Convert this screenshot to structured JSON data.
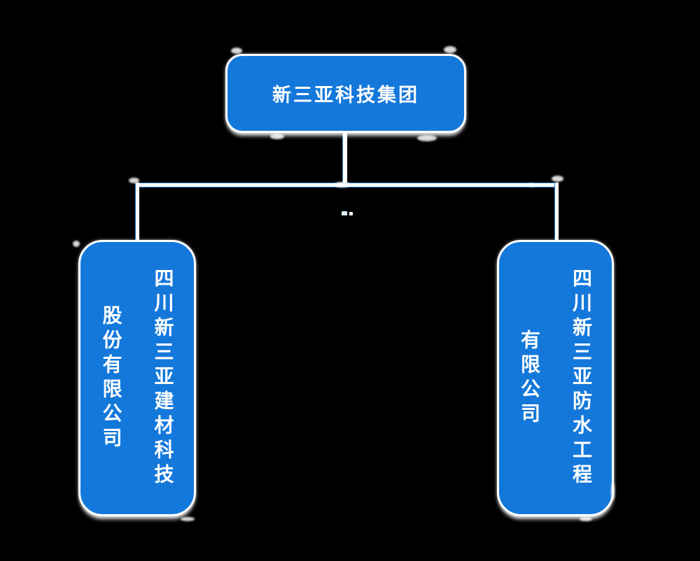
{
  "org_chart": {
    "root": {
      "label": "新三亚科技集团"
    },
    "children": [
      {
        "full_name": "四川新三亚建材科技股份有限公司",
        "lines": [
          "四川新三亚建材科技",
          "股份有限公司"
        ]
      },
      {
        "full_name": "四川新三亚防水工程有限公司",
        "lines": [
          "四川新三亚防水工程",
          "有限公司"
        ]
      }
    ]
  },
  "colors": {
    "background": "#000000",
    "node_fill": "#1478db",
    "node_border": "#ffffff",
    "connector_white": "#ffffff",
    "connector_blue": "#2b87e0",
    "text": "#ffffff"
  }
}
